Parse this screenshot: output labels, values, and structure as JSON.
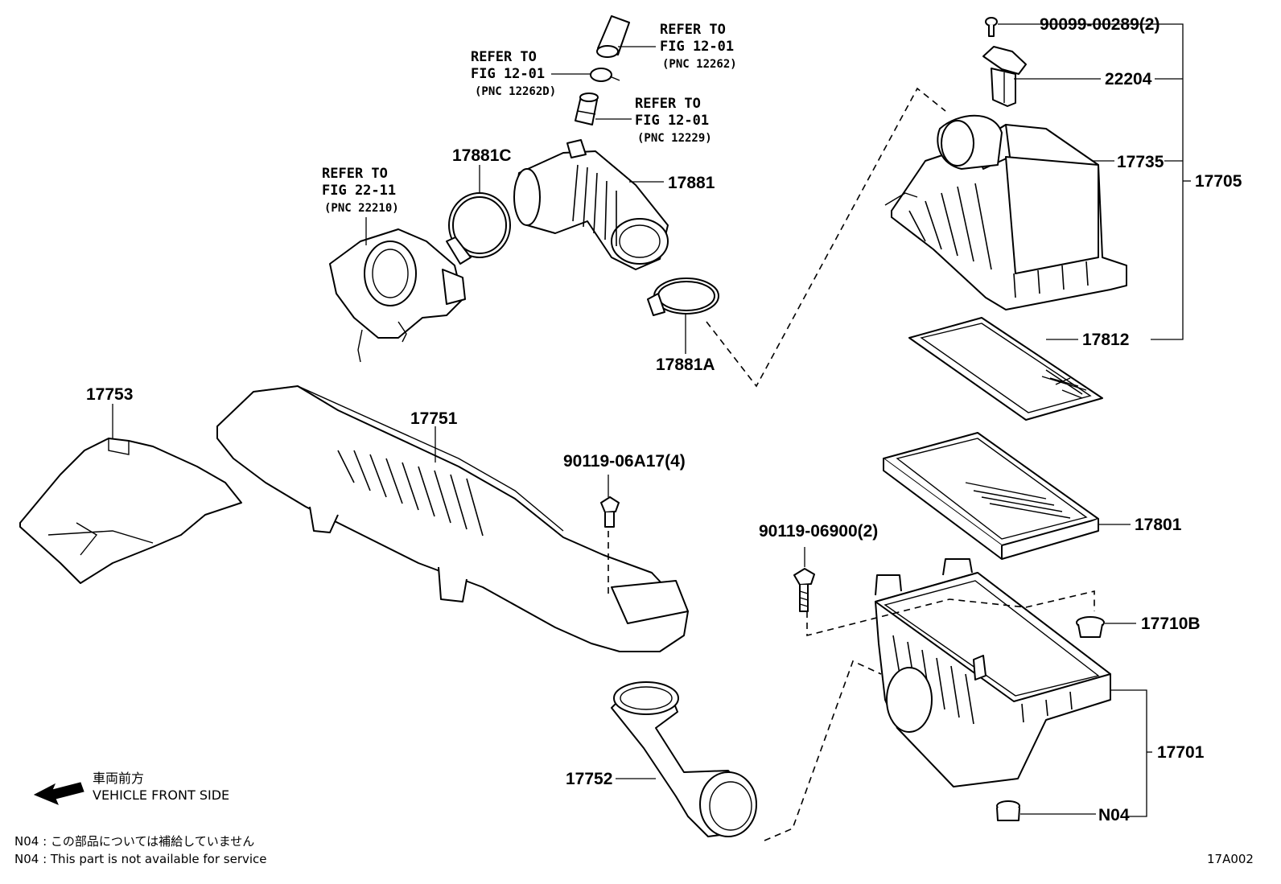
{
  "parts": {
    "p90099": "90099-00289(2)",
    "p22204": "22204",
    "p17735": "17735",
    "p17705": "17705",
    "p17812": "17812",
    "p17801": "17801",
    "p17710B": "17710B",
    "p17701": "17701",
    "pN04": "N04",
    "p90119b": "90119-06900(2)",
    "p90119a": "90119-06A17(4)",
    "p17751": "17751",
    "p17753": "17753",
    "p17752": "17752",
    "p17881": "17881",
    "p17881A": "17881A",
    "p17881C": "17881C"
  },
  "refs": {
    "ref1": {
      "l1": "REFER TO",
      "l2": "FIG 12-01",
      "l3": "(PNC 12262)"
    },
    "ref2": {
      "l1": "REFER TO",
      "l2": "FIG 12-01",
      "l3": "(PNC 12262D)"
    },
    "ref3": {
      "l1": "REFER TO",
      "l2": "FIG 12-01",
      "l3": "(PNC 12229)"
    },
    "ref4": {
      "l1": "REFER TO",
      "l2": "FIG 22-11",
      "l3": "(PNC 22210)"
    }
  },
  "front": {
    "jp": "車両前方",
    "en": "VEHICLE FRONT SIDE"
  },
  "notes": {
    "jp": "N04 : この部品については補給していません",
    "en": "N04 : This part is not available for service"
  },
  "figure_code": "17A002"
}
